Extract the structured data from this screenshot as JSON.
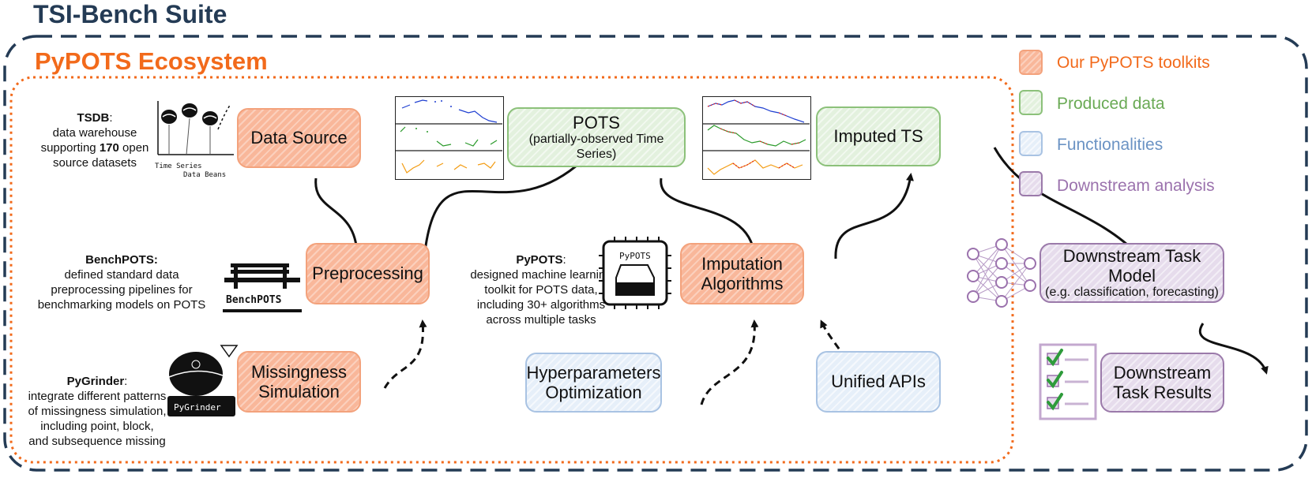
{
  "suite_title": "TSI-Bench Suite",
  "ecosystem_title": "PyPOTS Ecosystem",
  "colors": {
    "orange": "#f26a1b",
    "green": "#6aaa55",
    "blue": "#6b93c4",
    "purple": "#9b72ad",
    "navy": "#243b55"
  },
  "nodes": {
    "data_source": "Data Source",
    "preprocessing": "Preprocessing",
    "missingness": "Missingness Simulation",
    "pots": "POTS",
    "pots_sub": "(partially-observed Time Series)",
    "imputation": "Imputation Algorithms",
    "imputed_ts": "Imputed TS",
    "hyperparameters": "Hyperparameters Optimization",
    "unified_apis": "Unified APIs",
    "downstream_model": "Downstream Task Model",
    "downstream_model_sub": "(e.g. classification, forecasting)",
    "downstream_results": "Downstream Task Results"
  },
  "descriptions": {
    "tsdb_name": "TSDB",
    "tsdb_l1": "data warehouse",
    "tsdb_l2a": "supporting ",
    "tsdb_l2b": "170",
    "tsdb_l2c": " open",
    "tsdb_l3": "source datasets",
    "benchpots_name": "BenchPOTS:",
    "benchpots_l1": "defined standard data",
    "benchpots_l2": "preprocessing pipelines for",
    "benchpots_l3": "benchmarking models on POTS",
    "pygrinder_name": "PyGrinder",
    "pygrinder_l1": "integrate different patterns",
    "pygrinder_l2": "of missingness simulation,",
    "pygrinder_l3": "including point, block,",
    "pygrinder_l4": "and subsequence missing",
    "pypots_name": "PyPOTS",
    "pypots_l1": "designed machine learning",
    "pypots_l2": "toolkit for POTS data,",
    "pypots_l3": "including 30+ algorithms",
    "pypots_l4": "across multiple tasks"
  },
  "logos": {
    "tsdb_axis_x": "Time Series",
    "tsdb_axis_y": "Data Beans",
    "benchpots": "BenchPOTS",
    "pygrinder": "PyGrinder",
    "pypots": "PyPOTS"
  },
  "legend": [
    {
      "label": "Our PyPOTS toolkits",
      "color": "#f26a1b"
    },
    {
      "label": "Produced data",
      "color": "#6aaa55"
    },
    {
      "label": "Functionalities",
      "color": "#6b93c4"
    },
    {
      "label": "Downstream analysis",
      "color": "#9b72ad"
    }
  ]
}
